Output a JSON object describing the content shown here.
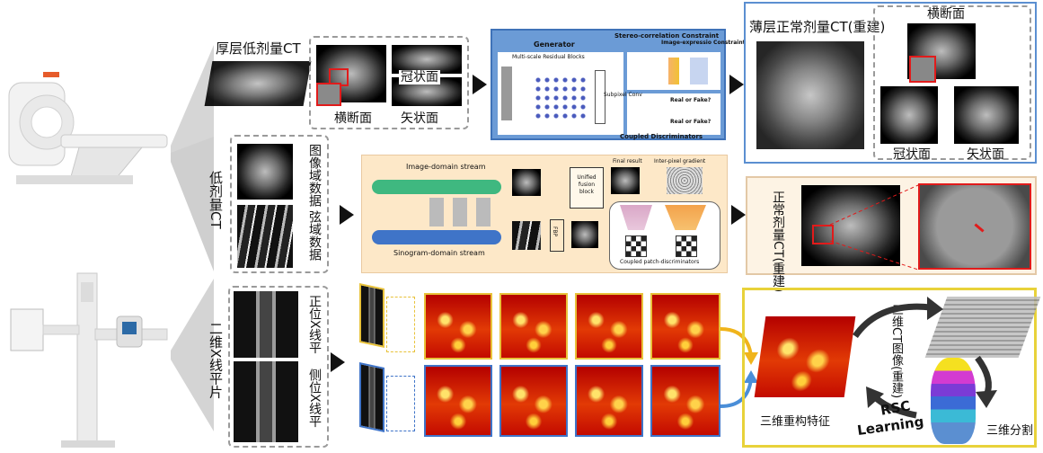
{
  "row1": {
    "input_label": "厚层低剂量CT",
    "view_axial": "横断面",
    "view_coronal": "冠状面",
    "view_sagittal": "矢状面",
    "generator": {
      "title": "Generator",
      "subtitle": "Multi-scale Residual Blocks",
      "subpixel": "Subpixel Conv",
      "stereo": "Stereo-correlation Constraint",
      "image_expr": "Image-expressio Constraint",
      "real_fake_1": "Real or Fake?",
      "real_fake_2": "Real or Fake?",
      "coupled": "Coupled Discriminators"
    },
    "output_label": "薄层正常剂量CT(重建)",
    "out_axial": "横断面",
    "out_coronal": "冠状面",
    "out_sagittal": "矢状面"
  },
  "row2": {
    "input_label": "低剂量CT",
    "image_domain": "图像域数据",
    "sino_domain": "弦域数据",
    "net": {
      "image_stream": "Image-domain stream",
      "sino_stream": "Sinogram-domain stream",
      "fusion": "Unified fusion block",
      "final": "Final result",
      "inter_pixel": "Inter-pixel gradient",
      "bp": "FBP",
      "coupled_patch": "Coupled patch-discriminators"
    },
    "output_label": "正常剂量CT(重建)"
  },
  "row3": {
    "input_label": "二维X线平片",
    "ap_view": "正位X线平",
    "lat_view": "侧位X线平",
    "recon_feature": "三维重构特征",
    "ct_image": "三维CT图像(重建)",
    "segmentation": "三维分割",
    "rsc": "RSC",
    "learning": "Learning"
  },
  "colors": {
    "blue_box": "#5b8fd1",
    "generator_bg": "#6b9bd6",
    "peach_bg": "#fde8c8",
    "peach_border": "#e9c9a0",
    "yellow_box": "#e8d23a",
    "red_mark": "#e11b1b"
  }
}
